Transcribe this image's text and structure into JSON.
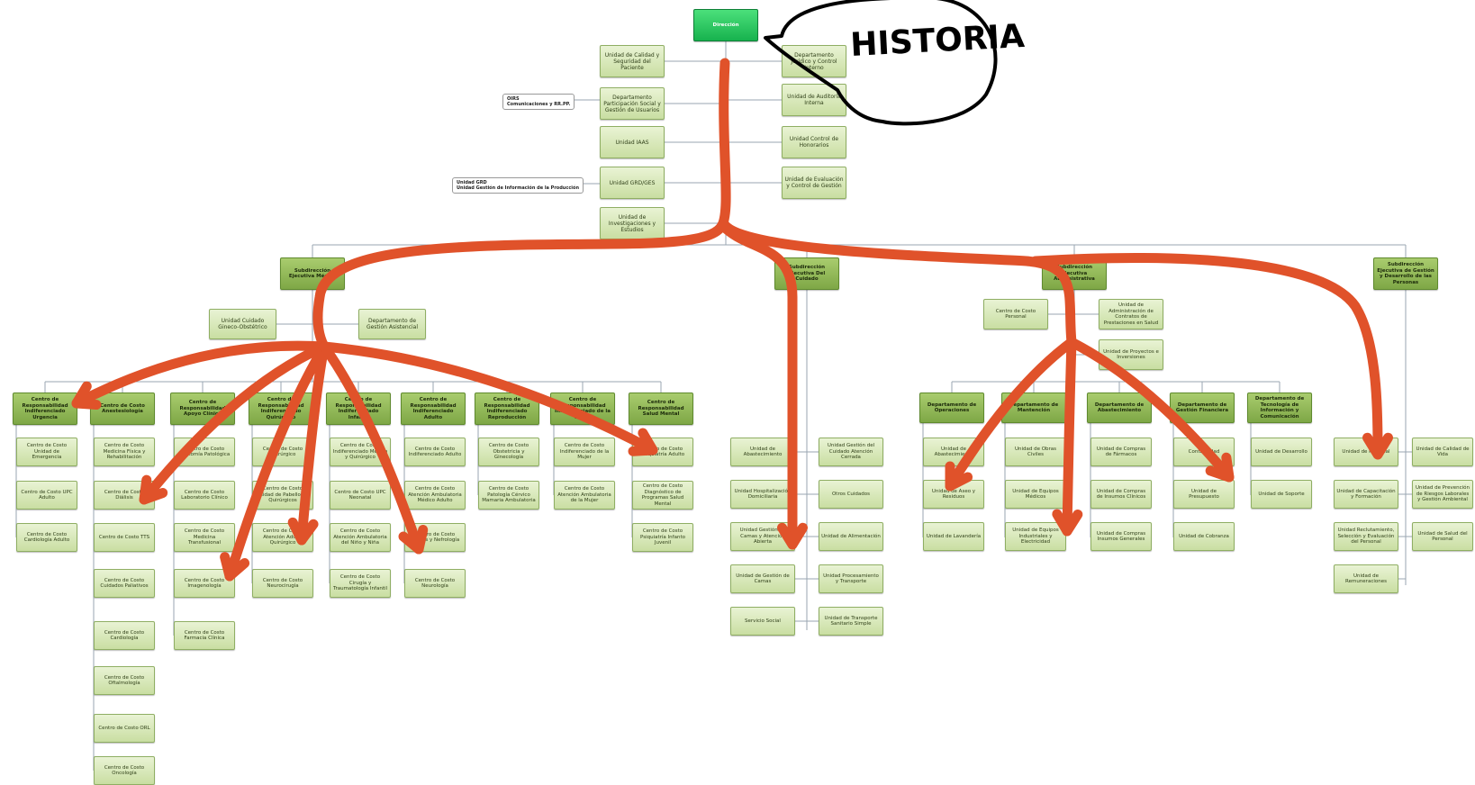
{
  "root": "Dirección",
  "staff_left": [
    "Unidad de Calidad y Seguridad del Paciente",
    "Departamento Participación Social y Gestión de Usuarios",
    "Unidad IAAS",
    "Unidad GRD/GES",
    "Unidad de Investigaciones y Estudios"
  ],
  "staff_right": [
    "Departamento Jurídico y Control Interno",
    "Unidad de Auditoría Interna",
    "Unidad Control de Honorarios",
    "Unidad de Evaluación y Control de Gestión"
  ],
  "notes": [
    "OIRS\nComunicaciones y RR.PP.",
    "Unidad GRD\nUnidad Gestión de Información de la Producción"
  ],
  "annotation": "HISTORIA",
  "subdirections": [
    "Subdirección Ejecutiva Médica",
    "Subdirección Ejecutiva Del Cuidado",
    "Subdirección Ejecutiva Administrativa",
    "Subdirección Ejecutiva de Gestión y Desarrollo de las Personas"
  ],
  "medica_staff": [
    "Unidad Cuidado Gineco-Obstétrico",
    "Departamento de Gestión Asistencial"
  ],
  "medica_crs": [
    {
      "head": "Centro de Responsabilidad Indiferenciado Urgencia",
      "items": [
        "Centro de Costo Unidad de Emergencia",
        "Centro de Costo UPC Adulto",
        "Centro de Costo Cardiología Adulto"
      ]
    },
    {
      "head": "Centro de Costo Anestesiología",
      "items": [
        "Centro de Costo Medicina Física y Rehabilitación",
        "Centro de Costo Diálisis",
        "Centro de Costo TTS",
        "Centro de Costo Cuidados Paliativos",
        "Centro de Costo Cardiología",
        "Centro de Costo Oftalmología",
        "Centro de Costo ORL",
        "Centro de Costo Oncología"
      ]
    },
    {
      "head": "Centro de Responsabilidad Apoyo Clínico",
      "items": [
        "Centro de Costo Anatomía Patológica",
        "Centro de Costo Laboratorio Clínico",
        "Centro de Costo Medicina Transfusional",
        "Centro de Costo Imagenología",
        "Centro de Costo Farmacia Clínica"
      ]
    },
    {
      "head": "Centro de Responsabilidad Indiferenciado Quirúrgico",
      "items": [
        "Centro de Costo Quirúrgico",
        "Centro de Costo Unidad de Pabellones Quirúrgicos",
        "Centro de Costo Atención Adulto Quirúrgico",
        "Centro de Costo Neurocirugía"
      ]
    },
    {
      "head": "Centro de Responsabilidad Indiferenciado Infantil",
      "items": [
        "Centro de Costo Indiferenciado Médico y Quirúrgico",
        "Centro de Costo UPC Neonatal",
        "Centro de Costo Atención Ambulatoria del Niño y Niña",
        "Centro de Costo Cirugía y Traumatología Infantil"
      ]
    },
    {
      "head": "Centro de Responsabilidad Indiferenciado Adulto",
      "items": [
        "Centro de Costo Indiferenciado Adulto",
        "Centro de Costo Atención Ambulatoria Médico Adulto",
        "Centro de Costo Diálisis y Nefrología",
        "Centro de Costo Neurología"
      ]
    },
    {
      "head": "Centro de Responsabilidad Indiferenciado Reproducción",
      "items": [
        "Centro de Costo Obstetricia y Ginecología",
        "Centro de Costo Patología Cérvico Mamaria Ambulatoria"
      ]
    },
    {
      "head": "Centro de Responsabilidad Indiferenciado de la Mujer",
      "items": [
        "Centro de Costo Indiferenciado de la Mujer",
        "Centro de Costo Atención Ambulatoria de la Mujer"
      ]
    },
    {
      "head": "Centro de Responsabilidad Salud Mental",
      "items": [
        "Centro de Costo Psiquiatría Adulto",
        "Centro de Costo Diagnóstico de Programas Salud Mental",
        "Centro de Costo Psiquiatría Infanto Juvenil"
      ]
    }
  ],
  "cuidado_left": [
    "Unidad de Abastecimiento",
    "Unidad Hospitalización Domiciliaria",
    "Unidad Gestión de Camas y Atención Abierta",
    "Unidad de Gestión de Camas",
    "Servicio Social"
  ],
  "cuidado_right": [
    "Unidad Gestión del Cuidado Atención Cerrada",
    "Otros Cuidados",
    "Unidad de Alimentación",
    "Unidad Procesamiento y Transporte",
    "Unidad de Transporte Sanitario Simple"
  ],
  "admin_staff": [
    "Centro de Costo Personal",
    "Unidad de Administración de Contratos de Prestaciones en Salud",
    "Unidad de Proyectos e Inversiones"
  ],
  "admin_depts": [
    {
      "head": "Departamento de Operaciones",
      "items": [
        "Unidad de Abastecimiento",
        "Unidad de Aseo y Residuos",
        "Unidad de Lavandería"
      ]
    },
    {
      "head": "Departamento de Mantención",
      "items": [
        "Unidad de Obras Civiles",
        "Unidad de Equipos Médicos",
        "Unidad de Equipos Industriales y Electricidad"
      ]
    },
    {
      "head": "Departamento de Abastecimiento",
      "items": [
        "Unidad de Compras de Fármacos",
        "Unidad de Compras de Insumos Clínicos",
        "Unidad de Compras Insumos Generales"
      ]
    },
    {
      "head": "Departamento de Gestión Financiera",
      "items": [
        "Contabilidad",
        "Unidad de Presupuesto",
        "Unidad de Cobranza"
      ]
    },
    {
      "head": "Departamento de Tecnología de Información y Comunicación",
      "items": [
        "Unidad de Desarrollo",
        "Unidad de Soporte"
      ]
    }
  ],
  "personas_left": [
    "Unidad de Personal",
    "Unidad de Capacitación y Formación",
    "Unidad Reclutamiento, Selección y Evaluación del Personal",
    "Unidad de Remuneraciones"
  ],
  "personas_right": [
    "Unidad de Calidad de Vida",
    "Unidad de Prevención de Riesgos Laborales y Gestión Ambiental",
    "Unidad de Salud del Personal"
  ]
}
